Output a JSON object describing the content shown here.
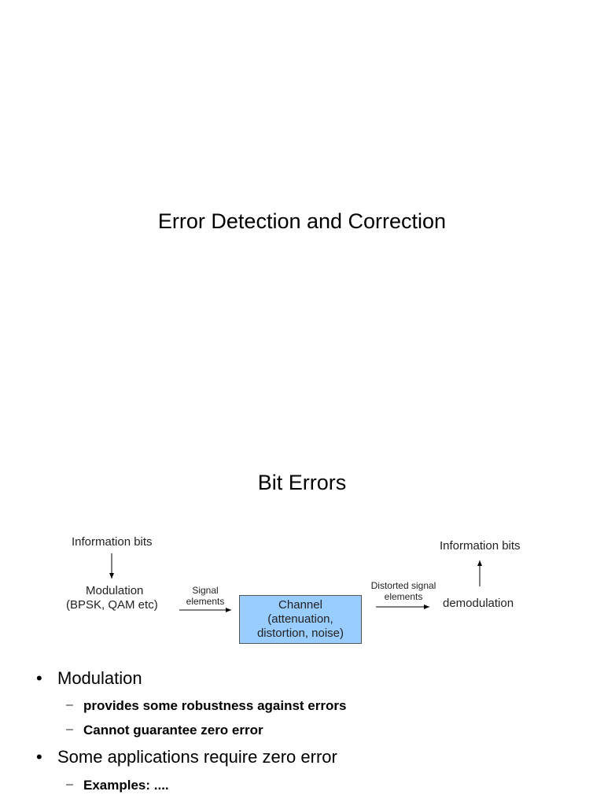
{
  "slide1": {
    "title": "Error Detection and Correction"
  },
  "slide2": {
    "title": "Bit Errors",
    "diagram": {
      "info_bits_left": "Information bits",
      "modulation": "Modulation",
      "modulation_types": "(BPSK, QAM etc)",
      "signal_label_1": "Signal",
      "signal_label_2": "elements",
      "channel_lines": [
        "Channel",
        "(attenuation,",
        "distortion, noise)"
      ],
      "distorted_label_1": "Distorted signal",
      "distorted_label_2": "elements",
      "demodulation": "demodulation",
      "info_bits_right": "Information bits"
    },
    "bullets": [
      {
        "text": "Modulation",
        "subs": [
          "provides some robustness against errors",
          "Cannot guarantee zero error"
        ]
      },
      {
        "text": "Some applications require zero error",
        "subs": [
          "Examples: ...."
        ]
      }
    ],
    "bullet_marker": "•",
    "sub_marker": "–"
  }
}
